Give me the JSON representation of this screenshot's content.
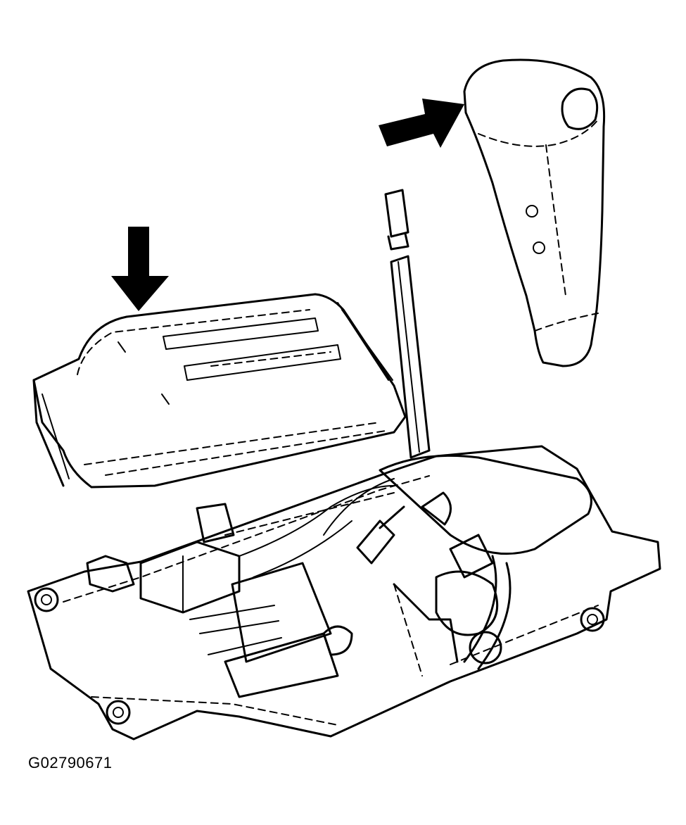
{
  "figure": {
    "id_label": "G02790671",
    "subject": "floor-shifter-assembly",
    "arrows": [
      "down-arrow",
      "right-arrow"
    ],
    "ink_color": "#000000",
    "background_color": "#ffffff"
  }
}
